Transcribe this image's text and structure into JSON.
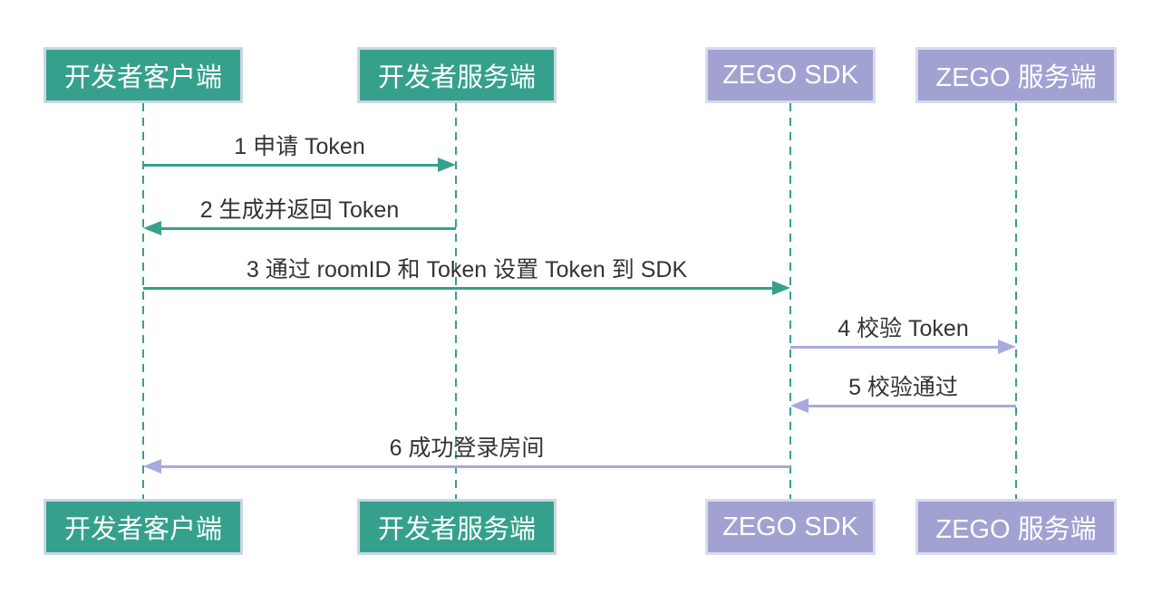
{
  "diagram": {
    "type": "sequence",
    "colors": {
      "actor_teal_bg": "#35a18c",
      "actor_teal_border": "#ccd6e3",
      "actor_purple_bg": "#a1a1d2",
      "actor_purple_border": "#dadaee",
      "lifeline_dash": "#35a18c",
      "arrow_teal": "#35a18c",
      "arrow_purple": "#a7aadb",
      "label_text": "#333333",
      "actor_text": "#ffffff",
      "background": "#ffffff"
    },
    "actors": [
      {
        "id": "dev-client",
        "label": "开发者客户端",
        "theme": "teal"
      },
      {
        "id": "dev-server",
        "label": "开发者服务端",
        "theme": "teal"
      },
      {
        "id": "zego-sdk",
        "label": "ZEGO SDK",
        "theme": "purple"
      },
      {
        "id": "zego-server",
        "label": "ZEGO 服务端",
        "theme": "purple"
      }
    ],
    "messages": [
      {
        "seq": 1,
        "label": "1 申请 Token",
        "from": "开发者客户端",
        "to": "开发者服务端",
        "color": "#35a18c",
        "direction": "right"
      },
      {
        "seq": 2,
        "label": "2 生成并返回 Token",
        "from": "开发者服务端",
        "to": "开发者客户端",
        "color": "#35a18c",
        "direction": "left"
      },
      {
        "seq": 3,
        "label": "3 通过 roomID 和 Token 设置 Token 到 SDK",
        "from": "开发者客户端",
        "to": "ZEGO SDK",
        "color": "#35a18c",
        "direction": "right"
      },
      {
        "seq": 4,
        "label": "4 校验 Token",
        "from": "ZEGO SDK",
        "to": "ZEGO 服务端",
        "color": "#a7aadb",
        "direction": "right"
      },
      {
        "seq": 5,
        "label": "5 校验通过",
        "from": "ZEGO 服务端",
        "to": "ZEGO SDK",
        "color": "#a7aadb",
        "direction": "left"
      },
      {
        "seq": 6,
        "label": "6 成功登录房间",
        "from": "ZEGO SDK",
        "to": "开发者客户端",
        "color": "#a7aadb",
        "direction": "left"
      }
    ]
  }
}
